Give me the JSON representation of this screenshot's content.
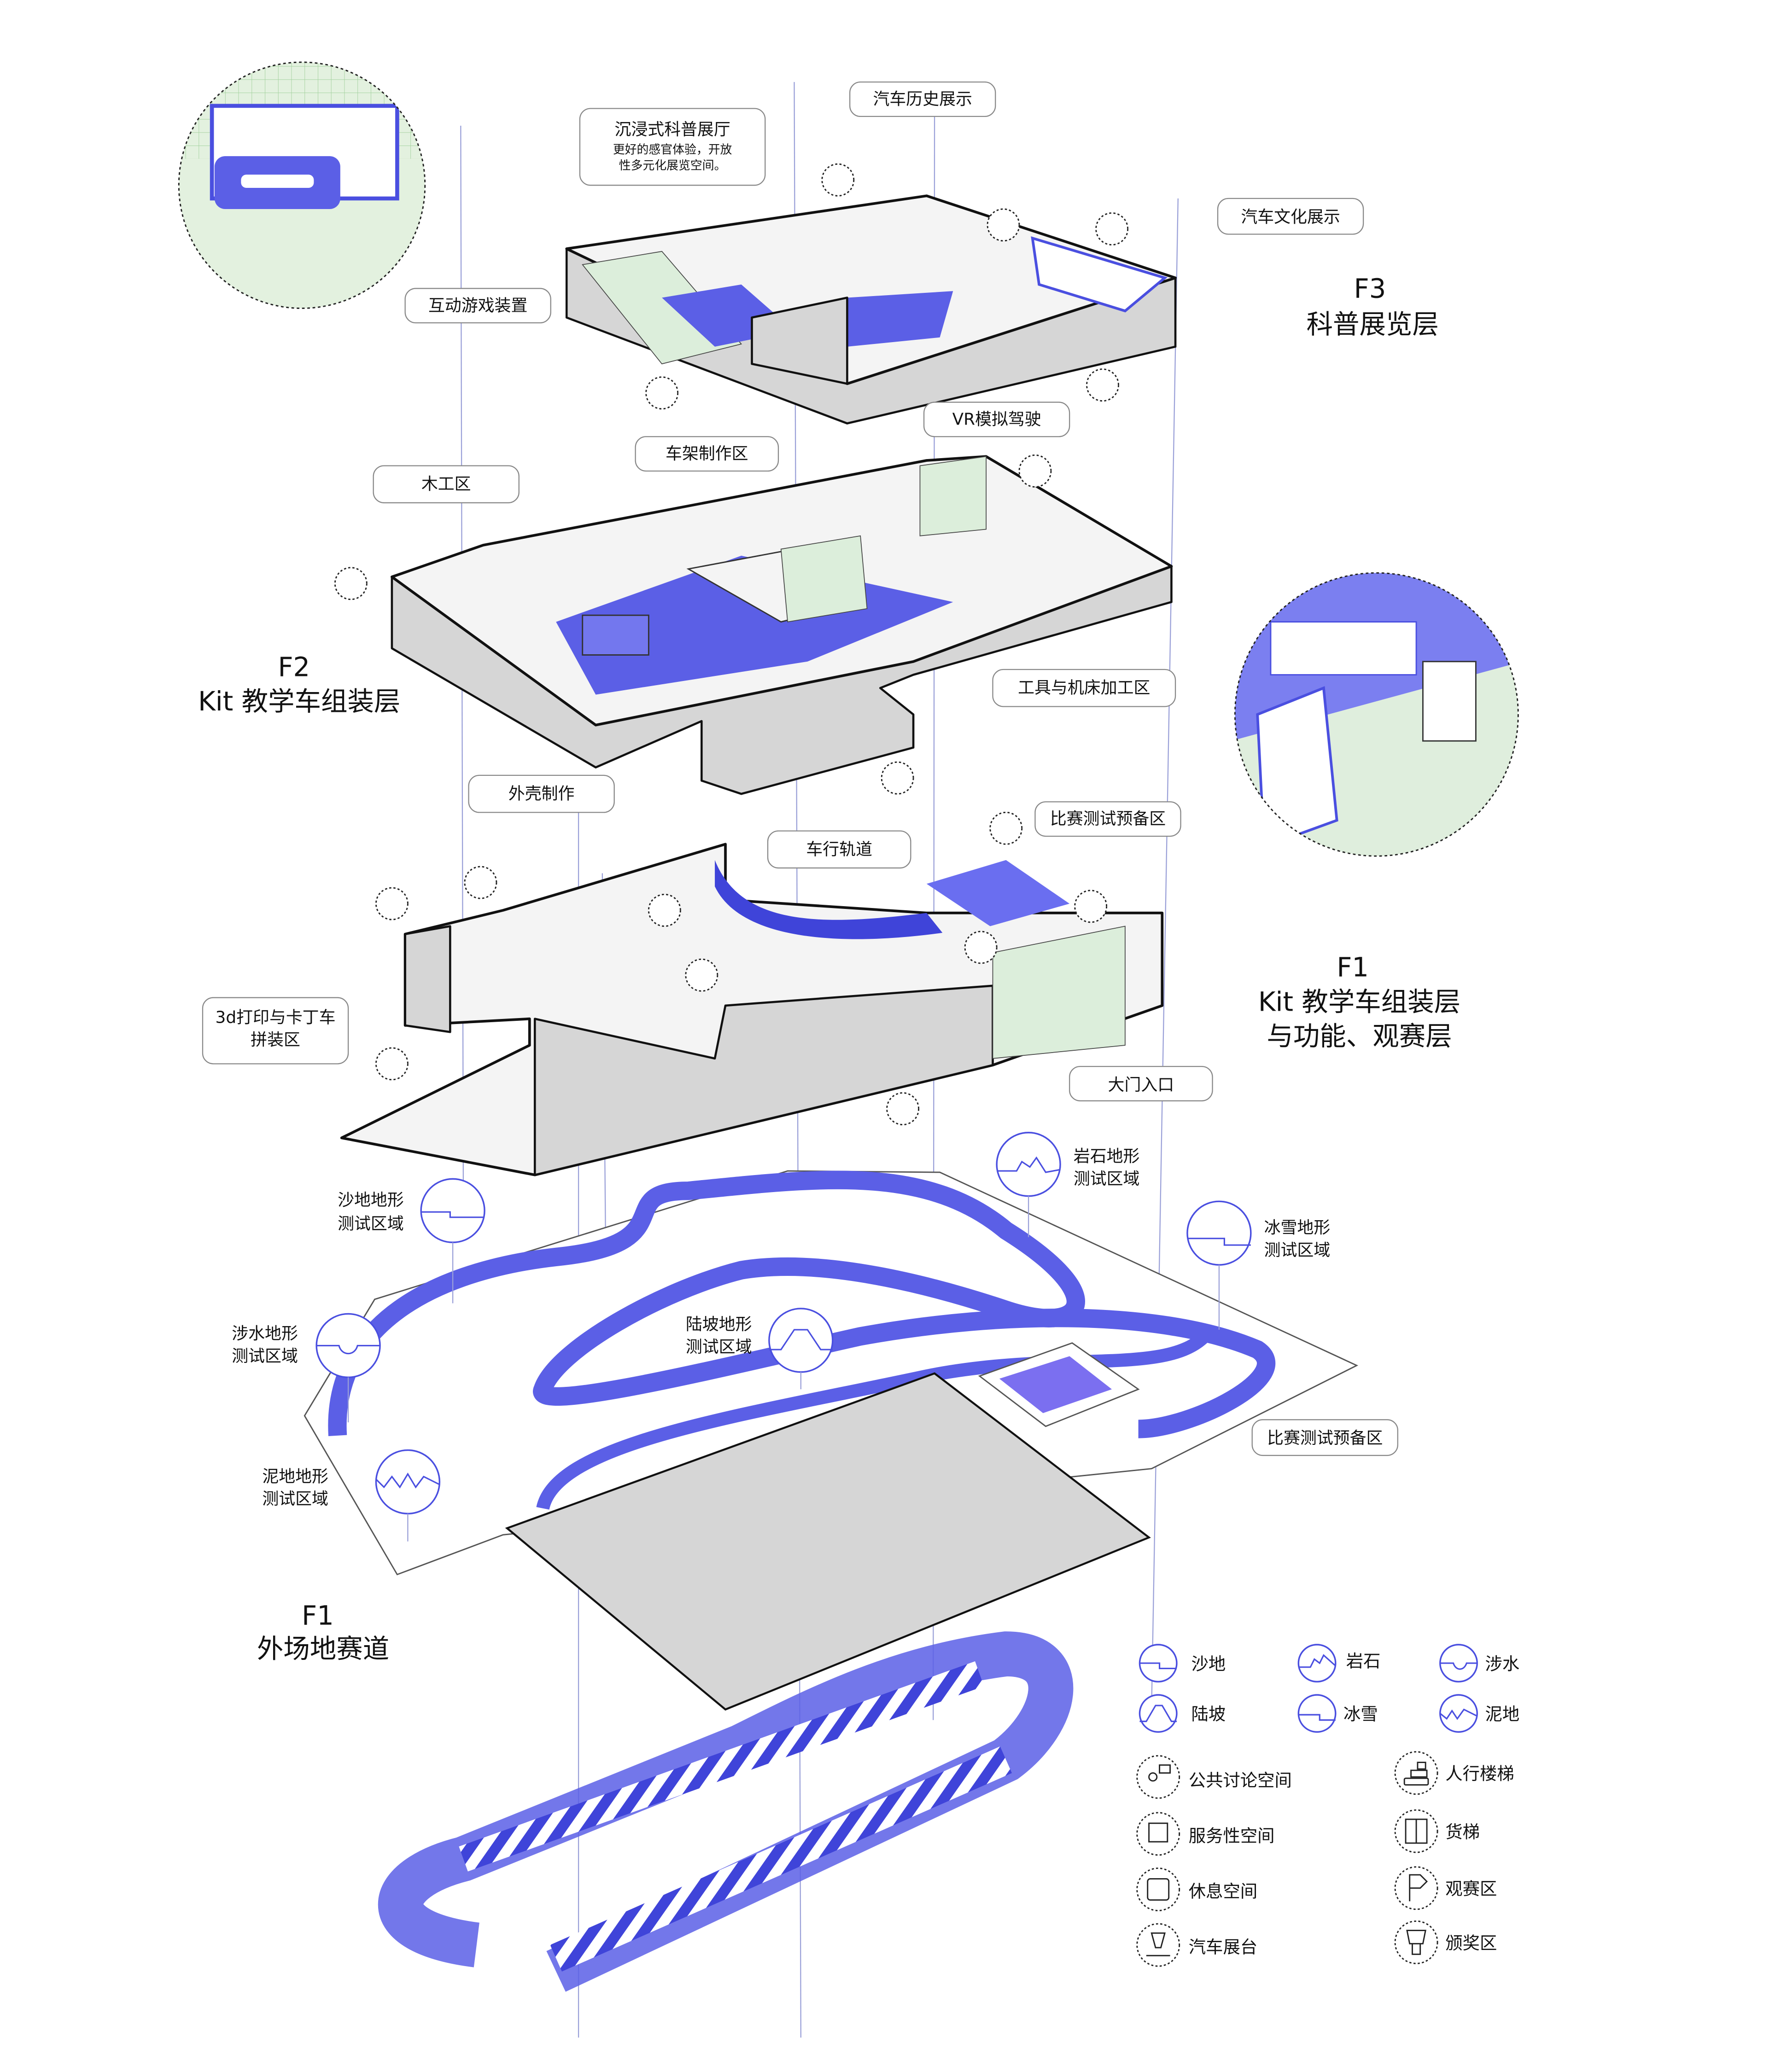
{
  "floors": {
    "f3": {
      "code": "F3",
      "name": "科普展览层"
    },
    "f2": {
      "code": "F2",
      "name": "Kit 教学车组装层"
    },
    "f1": {
      "code": "F1",
      "name_line1": "Kit 教学车组装层",
      "name_line2": "与功能、观赛层"
    },
    "outdoor": {
      "code": "F1",
      "name": "外场地赛道"
    }
  },
  "labels": {
    "car_history": "汽车历史展示",
    "immersive_title": "沉浸式科普展厅",
    "immersive_desc1": "更好的感官体验，开放",
    "immersive_desc2": "性多元化展览空间。",
    "car_culture": "汽车文化展示",
    "interactive_game": "互动游戏装置",
    "vr_driving": "VR模拟驾驶",
    "frame_making": "车架制作区",
    "woodwork": "木工区",
    "tools_machining": "工具与机床加工区",
    "shell_making": "外壳制作",
    "race_prep_f1": "比赛测试预备区",
    "car_track": "车行轨道",
    "print_kart_1": "3d打印与卡丁车",
    "print_kart_2": "拼装区",
    "main_entrance": "大门入口",
    "race_prep_outdoor": "比赛测试预备区"
  },
  "terrain_zones": {
    "rock": [
      "岩石地形",
      "测试区域"
    ],
    "sand": [
      "沙地地形",
      "测试区域"
    ],
    "snow": [
      "冰雪地形",
      "测试区域"
    ],
    "water": [
      "涉水地形",
      "测试区域"
    ],
    "slope": [
      "陆坡地形",
      "测试区域"
    ],
    "mud": [
      "泥地地形",
      "测试区域"
    ]
  },
  "legend": {
    "terrain": [
      {
        "icon": "sand-icon",
        "label": "沙地"
      },
      {
        "icon": "rock-icon",
        "label": "岩石"
      },
      {
        "icon": "water-icon",
        "label": "涉水"
      },
      {
        "icon": "slope-icon",
        "label": "陆坡"
      },
      {
        "icon": "snow-icon",
        "label": "冰雪"
      },
      {
        "icon": "mud-icon",
        "label": "泥地"
      }
    ],
    "functions": [
      {
        "icon": "discussion-icon",
        "label": "公共讨论空间"
      },
      {
        "icon": "service-icon",
        "label": "服务性空间"
      },
      {
        "icon": "rest-icon",
        "label": "休息空间"
      },
      {
        "icon": "car-display-icon",
        "label": "汽车展台"
      },
      {
        "icon": "stairs-icon",
        "label": "人行楼梯"
      },
      {
        "icon": "freight-elevator-icon",
        "label": "货梯"
      },
      {
        "icon": "spectator-flag-icon",
        "label": "观赛区"
      },
      {
        "icon": "trophy-icon",
        "label": "颁奖区"
      }
    ]
  },
  "colors": {
    "accent": "#5b5fe6",
    "green": "#dceedb",
    "wall": "#d6d6d6"
  }
}
